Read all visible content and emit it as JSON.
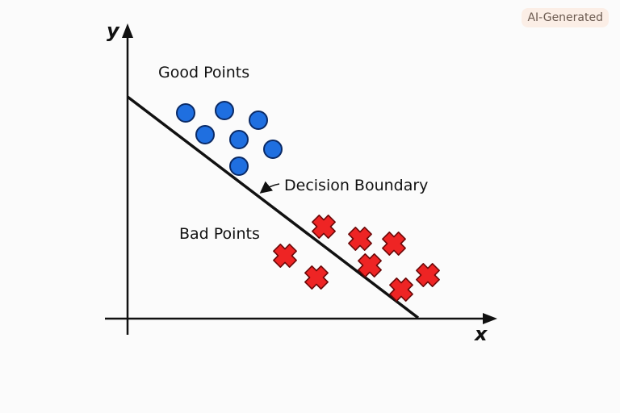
{
  "badge": "AI-Generated",
  "axes": {
    "x_label": "x",
    "y_label": "y"
  },
  "labels": {
    "good": "Good Points",
    "bad": "Bad Points",
    "boundary": "Decision Boundary"
  },
  "colors": {
    "good_fill": "#1f6fe0",
    "good_stroke": "#0a2a66",
    "bad_fill": "#ee2424",
    "bad_stroke": "#6a0808",
    "line": "#111111"
  },
  "good_points": [
    {
      "x": 2.4,
      "y": 8.5
    },
    {
      "x": 4.0,
      "y": 8.6
    },
    {
      "x": 5.4,
      "y": 8.2
    },
    {
      "x": 3.2,
      "y": 7.6
    },
    {
      "x": 4.6,
      "y": 7.4
    },
    {
      "x": 6.0,
      "y": 7.0
    },
    {
      "x": 4.6,
      "y": 6.3
    }
  ],
  "bad_points": [
    {
      "x": 8.1,
      "y": 3.8
    },
    {
      "x": 9.6,
      "y": 3.3
    },
    {
      "x": 11.0,
      "y": 3.1
    },
    {
      "x": 6.5,
      "y": 2.6
    },
    {
      "x": 7.8,
      "y": 1.7
    },
    {
      "x": 10.0,
      "y": 2.2
    },
    {
      "x": 11.3,
      "y": 1.2
    },
    {
      "x": 12.4,
      "y": 1.8
    }
  ]
}
